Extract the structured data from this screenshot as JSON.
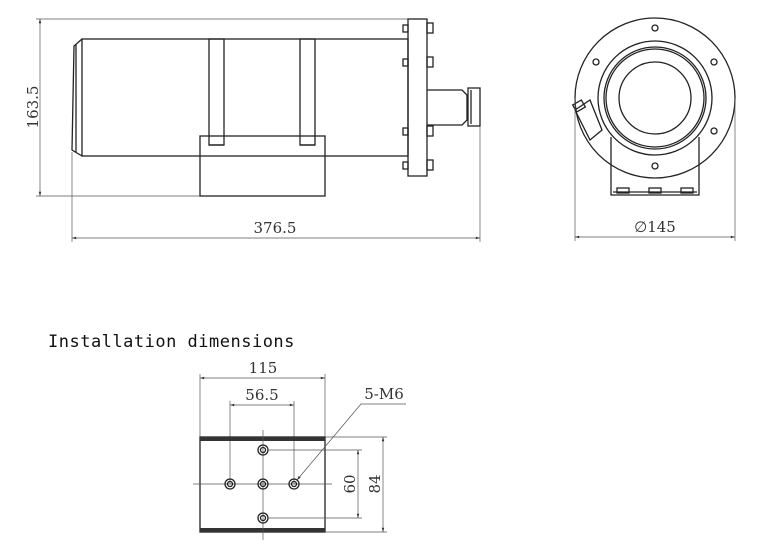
{
  "side_view": {
    "height_dim": "163.5",
    "length_dim": "376.5"
  },
  "front_view": {
    "diameter_dim": "∅145"
  },
  "installation": {
    "title": "Installation dimensions",
    "width_dim": "115",
    "hole_spacing_h": "56.5",
    "hole_spec": "5-M6",
    "hole_spacing_v": "60",
    "height_dim": "84"
  }
}
